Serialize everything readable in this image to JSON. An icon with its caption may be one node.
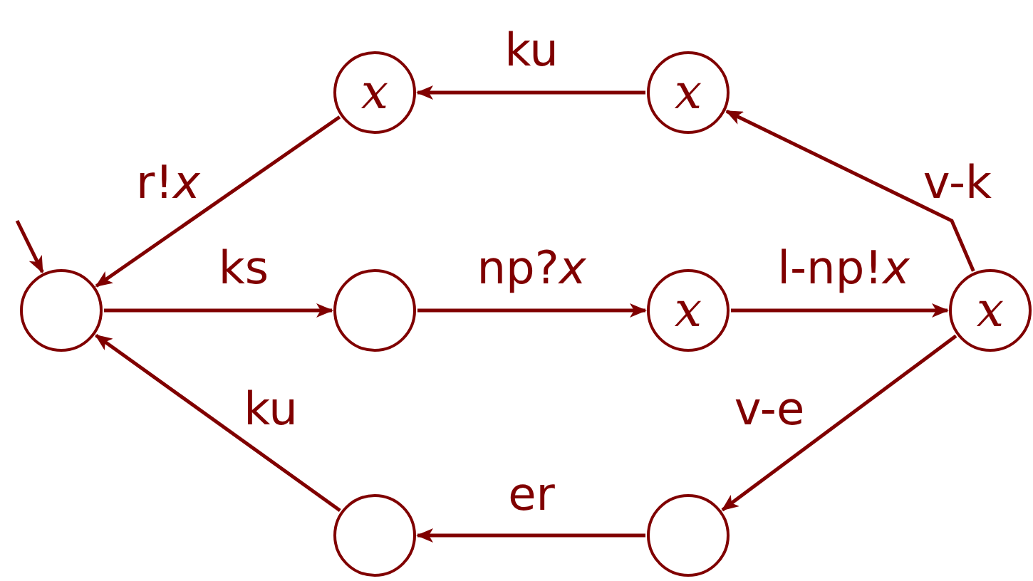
{
  "diagram": {
    "nodes": [
      {
        "text": [],
        "shape": "circle"
      },
      {
        "text": [],
        "shape": "circle"
      },
      {
        "text": [
          "x"
        ]
      },
      {
        "text": [
          "x"
        ]
      },
      {
        "text": [
          "x"
        ]
      },
      {
        "text": [
          "x"
        ]
      },
      {
        "text": [],
        "shape": "circle"
      },
      {
        "text": [],
        "shape": "circle"
      }
    ],
    "edges": [
      {
        "from": null,
        "to": 0,
        "arrow": "to"
      },
      {
        "from": 0,
        "to": 1,
        "label": "ks",
        "arrow": "to"
      },
      {
        "from": 1,
        "to": 2,
        "label": "np?*x*",
        "arrow": "to"
      },
      {
        "from": 2,
        "to": 3,
        "label": "l-np!*x*",
        "arrow": "to"
      },
      {
        "from": 3,
        "to": 5,
        "label": "v-k",
        "arrow": "to"
      },
      {
        "from": 5,
        "to": 4,
        "label": "ku",
        "arrow": "to"
      },
      {
        "from": 4,
        "to": 0,
        "label": "r!*x*",
        "arrow": "to"
      },
      {
        "from": 3,
        "to": 7,
        "label": "v-e",
        "arrow": "to"
      },
      {
        "from": 7,
        "to": 6,
        "label": "er",
        "arrow": "to"
      },
      {
        "from": 6,
        "to": 0,
        "label": "ku",
        "arrow": "to"
      }
    ]
  }
}
